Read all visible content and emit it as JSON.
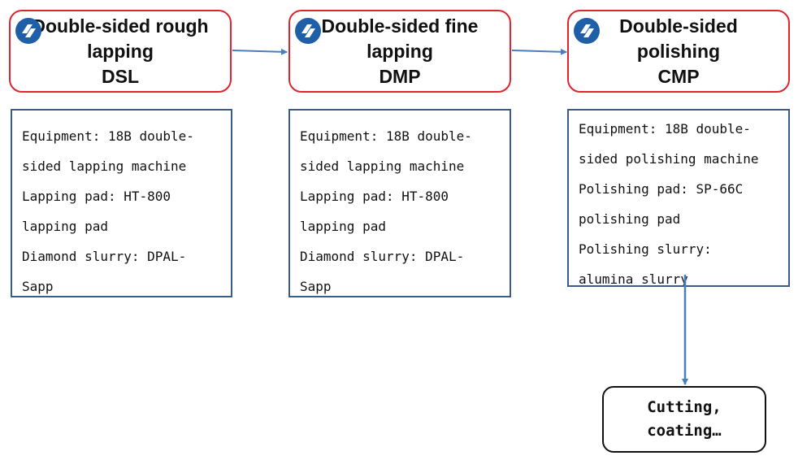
{
  "steps": [
    {
      "title_lines": [
        "Double-sided rough",
        "lapping",
        "DSL"
      ],
      "details": [
        "Equipment: 18B double-",
        "sided lapping machine",
        "Lapping pad: HT-800",
        "lapping pad",
        "Diamond slurry: DPAL-",
        "Sapp"
      ]
    },
    {
      "title_lines": [
        "Double-sided fine",
        "lapping",
        "DMP"
      ],
      "details": [
        "Equipment: 18B double-",
        "sided lapping machine",
        "Lapping pad: HT-800",
        "lapping pad",
        "Diamond slurry: DPAL-",
        "Sapp"
      ]
    },
    {
      "title_lines": [
        "Double-sided",
        "polishing",
        "CMP"
      ],
      "details": [
        "Equipment: 18B double-",
        "sided polishing machine",
        "Polishing pad: SP-66C",
        "polishing pad",
        "Polishing slurry:",
        "alumina slurry"
      ]
    }
  ],
  "final_step": {
    "lines": [
      "Cutting,",
      "coating…"
    ]
  },
  "colors": {
    "step_border": "#e0242f",
    "detail_border": "#385d8a",
    "arrow": "#4a7ebb",
    "logo": "#1f5fa8"
  },
  "icons": {
    "step_logo": "company-logo-icon",
    "connector": "arrow-right-icon"
  }
}
